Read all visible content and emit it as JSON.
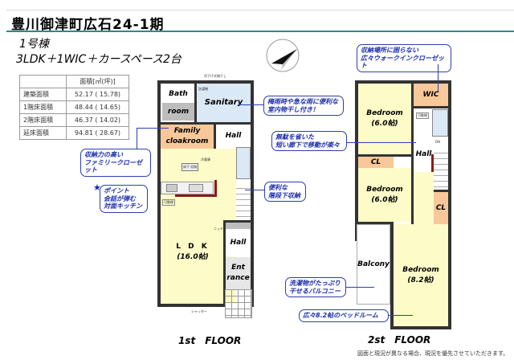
{
  "header": {
    "title": "豊川御津町広石24-1期",
    "unit": "1号棟",
    "layout": "3LDK＋1WIC＋カースペース2台"
  },
  "area_table": {
    "header": [
      "",
      "面積[㎡(坪)]"
    ],
    "rows": [
      {
        "label": "建築面積",
        "value": "52.17 ( 15.78)"
      },
      {
        "label": "1階床面積",
        "value": "48.44 ( 14.65)"
      },
      {
        "label": "2階床面積",
        "value": "46.37 ( 14.02)"
      },
      {
        "label": "延床面積",
        "value": "94.81 ( 28.67)"
      }
    ]
  },
  "compass_icon": "north-arrow-compass",
  "floor1": {
    "label": "1st　FLOOR",
    "rooms": {
      "bath_line1": "Bath",
      "bath_line2": "room",
      "sanitary": "Sanitary",
      "family_line1": "Family",
      "family_line2": "cloakroom",
      "hall_upper": "Hall",
      "ldk_line1": "L D K",
      "ldk_line2": "(16.0帖)",
      "hall_lower": "Hall",
      "entrance_line1": "Ent",
      "entrance_line2": "rance"
    },
    "small_labels": {
      "drying_pole": "吊下げ式物干し",
      "washer": "洗濯機",
      "fridge": "冷蔵庫",
      "underfloor": "床下\n収納",
      "movable_shelf": "可動棚",
      "niche": "ニッチ",
      "shutter": "シャッター",
      "pantry": "収納"
    },
    "callouts": {
      "drying": "梅雨時や急な雨に便利な\n室内物干し付き！",
      "hallway": "無駄を省いた\n短い廊下で移動が楽々",
      "stair_storage": "便利な\n階段下収納",
      "family_closet": "収納力の高い\nファミリークローゼット",
      "kitchen": "ポイント\n会話が弾む\n対面キッチン"
    }
  },
  "floor2": {
    "label": "2st　FLOOR",
    "rooms": {
      "wic": "WIC",
      "bedroom1_line1": "Bedroom",
      "bedroom1_line2": "(6.0帖)",
      "hall": "Hall",
      "cl_left": "CL",
      "bedroom2_line1": "Bedroom",
      "bedroom2_line2": "(6.0帖)",
      "cl_right": "CL",
      "balcony": "Balcony",
      "bedroom3_line1": "Bedroom",
      "bedroom3_line2": "(8.2帖)"
    },
    "small_labels": {
      "movable_shelf": "可動棚",
      "down": "DN"
    },
    "callouts": {
      "wic": "収納場所に困らない\n広々ウォークインクローゼット",
      "balcony": "洗濯物がたっぷり\n干せるバルコニー",
      "bedroom": "広々8.2帖のベッドルーム"
    }
  },
  "footer_note": "図面と現況が異なる場合、現況を優先させていただきます。",
  "colors": {
    "title_rule": "#2c8a8a",
    "callout_blue": "#2b3fb0",
    "room_yellow": "#fdfbc8",
    "room_orange": "#f8c89a",
    "room_blue": "#dbe8f6",
    "wall": "#333333",
    "kitchen_counter": "#8b1a1a"
  }
}
